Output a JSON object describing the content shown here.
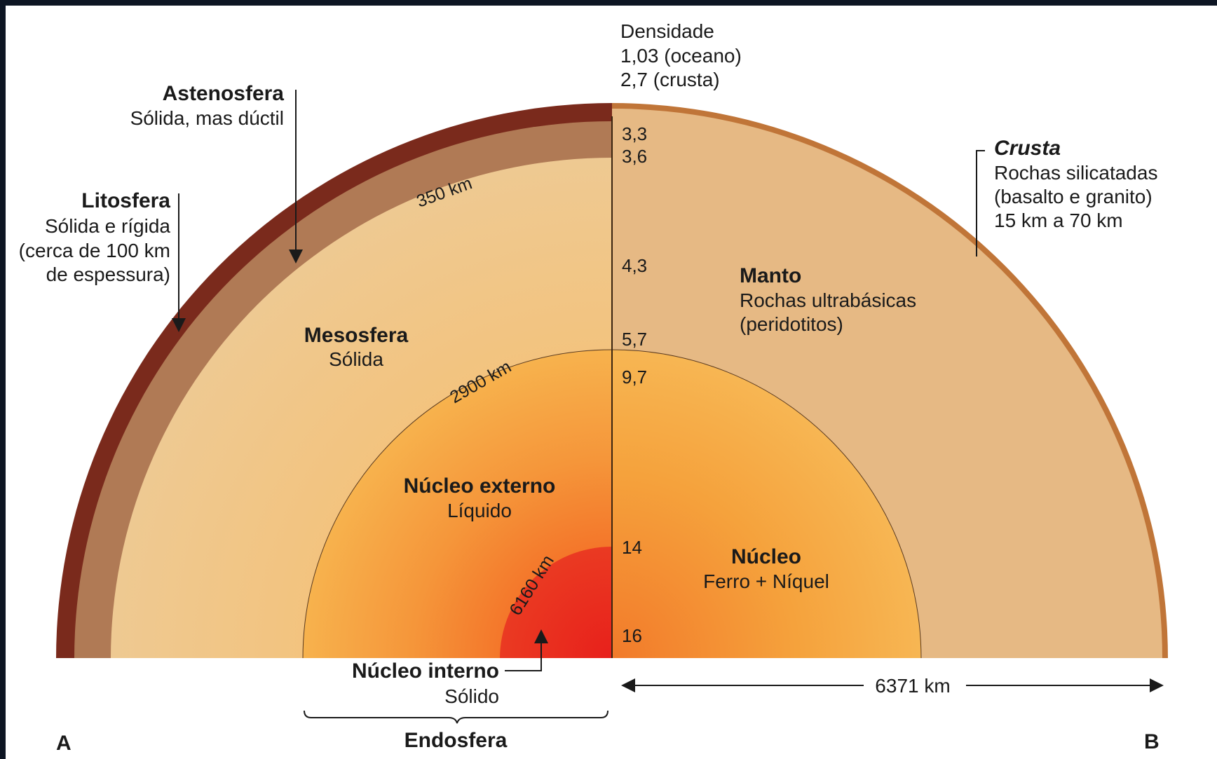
{
  "density": {
    "title": "Densidade",
    "ocean": "1,03 (oceano)",
    "crust": "2,7 (crusta)",
    "values": [
      "3,3",
      "3,6",
      "4,3",
      "5,7",
      "9,7",
      "14",
      "16"
    ]
  },
  "left_labels": {
    "astenosfera": {
      "title": "Astenosfera",
      "desc": "Sólida, mas dúctil"
    },
    "litosfera": {
      "title": "Litosfera",
      "desc": [
        "Sólida e rígida",
        "(cerca de 100 km",
        "de espessura)"
      ]
    },
    "mesosfera": {
      "title": "Mesosfera",
      "desc": "Sólida"
    },
    "nucleo_externo": {
      "title": "Núcleo externo",
      "desc": "Líquido"
    },
    "nucleo_interno": {
      "title": "Núcleo interno",
      "desc": "Sólido"
    },
    "endosfera": "Endosfera"
  },
  "right_labels": {
    "crusta": {
      "title": "Crusta",
      "desc": [
        "Rochas silicatadas",
        "(basalto e granito)",
        "15 km a 70 km"
      ]
    },
    "manto": {
      "title": "Manto",
      "desc": [
        "Rochas ultrabásicas",
        "(peridotitos)"
      ]
    },
    "nucleo": {
      "title": "Núcleo",
      "desc": "Ferro + Níquel"
    }
  },
  "depths": {
    "d350": "350 km",
    "d2900": "2900 km",
    "d6160": "6160 km",
    "radius": "6371 km"
  },
  "corners": {
    "a": "A",
    "b": "B"
  },
  "colors": {
    "lithosphere": "#7a2a1c",
    "asthenosphere": "#b07a55",
    "mesosphere": "#f2c68a",
    "outer_core": "#f5a23a",
    "inner_core": "#e8281e",
    "mantle_right": "#e6b984",
    "crust_right": "#c07538"
  }
}
